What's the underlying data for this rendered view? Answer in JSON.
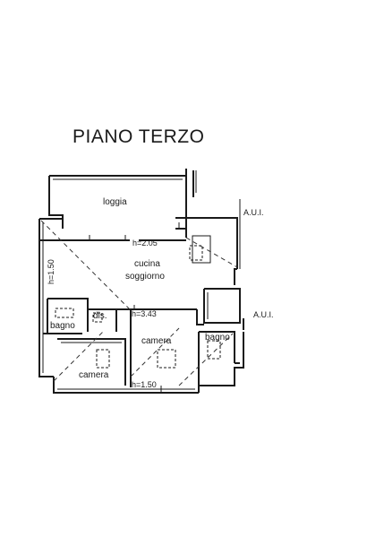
{
  "title": "PIANO TERZO",
  "rooms": {
    "loggia": "loggia",
    "cucina": "cucina",
    "soggiorno": "soggiorno",
    "bagno_left": "bagno",
    "dis": "dis.",
    "camera_left": "camera",
    "camera_center": "camera",
    "bagno_right": "bagno"
  },
  "heights": {
    "h1": "h=2.05",
    "h2": "h=1.50",
    "h3": "h=3.43",
    "h4": "h=1.50"
  },
  "aui": {
    "top": "A.U.I.",
    "bottom": "A.U.I."
  }
}
